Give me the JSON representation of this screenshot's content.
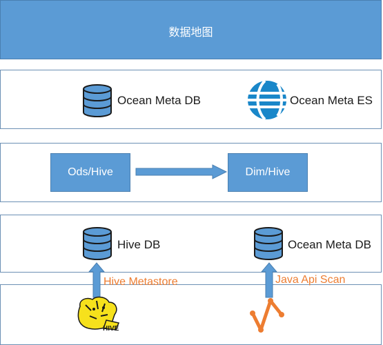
{
  "header": {
    "title": "数据地图"
  },
  "meta_layer": {
    "db_label": "Ocean Meta DB",
    "es_label": "Ocean Meta ES"
  },
  "etl_layer": {
    "source_label": "Ods/Hive",
    "target_label": "Dim/Hive"
  },
  "storage_layer": {
    "hive_label": "Hive DB",
    "meta_db_label": "Ocean Meta DB"
  },
  "collectors": {
    "hive_link_label": "Hive Metastore",
    "java_link_label": "Java Api Scan",
    "hive_logo_text": "HIVE"
  },
  "colors": {
    "accent_blue": "#5b9bd5",
    "orange": "#ed7d31",
    "es_blue": "#1a87c9"
  }
}
